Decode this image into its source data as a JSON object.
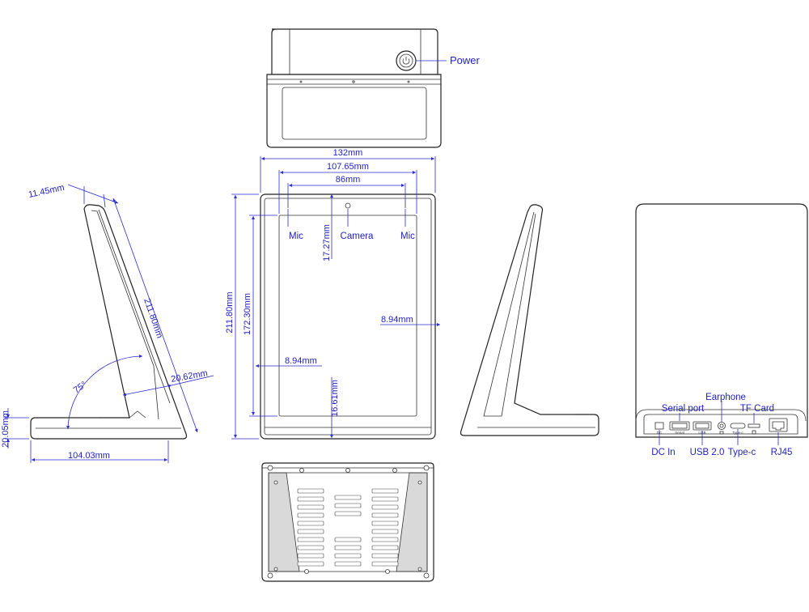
{
  "top_view": {
    "power_label": "Power"
  },
  "front_view": {
    "width_total": "132mm",
    "width_display": "107.65mm",
    "width_mics": "86mm",
    "height_total": "211.80mm",
    "height_display": "172.30mm",
    "top_bezel": "17.27mm",
    "bottom_bezel": "16.61mm",
    "left_bezel": "8.94mm",
    "right_bezel": "8.94mm",
    "mic_left": "Mic",
    "mic_right": "Mic",
    "camera": "Camera"
  },
  "side_view": {
    "top_thickness": "11.45mm",
    "slant_length": "211.80mm",
    "lower_thickness": "20.62mm",
    "angle": "75°",
    "base_height": "20.05mm",
    "base_depth": "104.03mm"
  },
  "port_view": {
    "ports": [
      {
        "name": "dc-in",
        "label": "DC In",
        "mark": "DC"
      },
      {
        "name": "serial-port",
        "label": "Serial port",
        "mark": "Serial"
      },
      {
        "name": "usb",
        "label": "USB 2.0",
        "mark": "USB"
      },
      {
        "name": "earphone",
        "label": "Earphone",
        "mark": ""
      },
      {
        "name": "type-c",
        "label": "Type-c",
        "mark": "Type-c"
      },
      {
        "name": "tf-card",
        "label": "TF Card",
        "mark": ""
      },
      {
        "name": "rj45",
        "label": "RJ45",
        "mark": ""
      }
    ]
  }
}
